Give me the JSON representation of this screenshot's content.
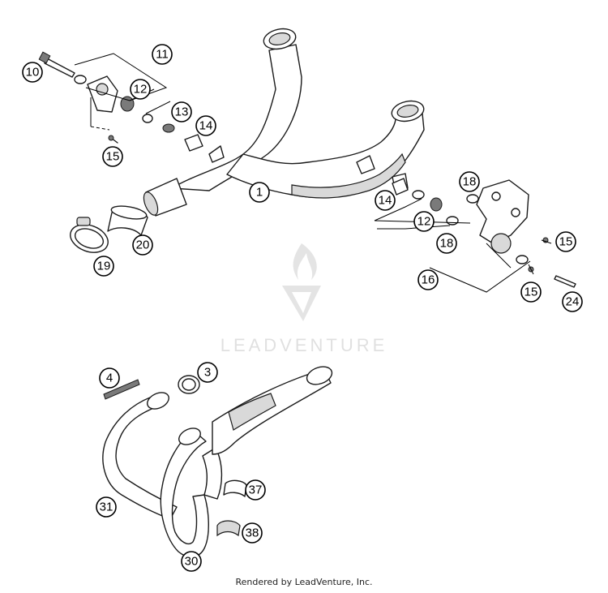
{
  "watermark": {
    "brand": "LEADVENTURE"
  },
  "credit": "Rendered by LeadVenture, Inc.",
  "callouts": {
    "c1": "1",
    "c3": "3",
    "c4": "4",
    "c10": "10",
    "c11": "11",
    "c12a": "12",
    "c13": "13",
    "c14a": "14",
    "c15a": "15",
    "c19": "19",
    "c20": "20",
    "c18a": "18",
    "c14b": "14",
    "c12b": "12",
    "c18b": "18",
    "c15b": "15",
    "c16": "16",
    "c15c": "15",
    "c24": "24",
    "c31": "31",
    "c37": "37",
    "c38": "38",
    "c30": "30"
  }
}
